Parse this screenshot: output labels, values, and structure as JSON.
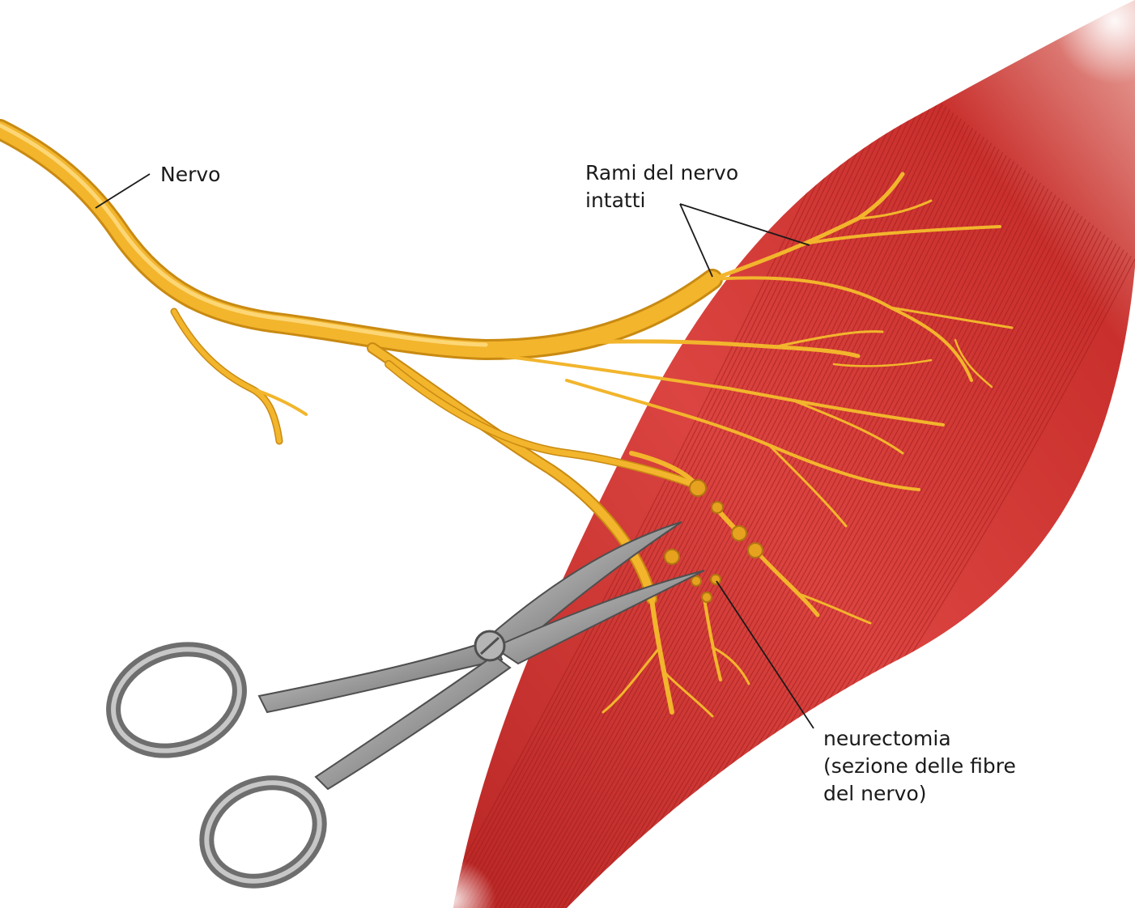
{
  "labels": {
    "nerve": "Nervo",
    "intact_branches": [
      "Rami del nervo",
      "intatti"
    ],
    "neurectomy": [
      "neurectomia",
      "(sezione delle fibre",
      "del nervo)"
    ]
  },
  "colors": {
    "background": "#ffffff",
    "muscle": "#d63a35",
    "muscle_dark": "#a8201f",
    "muscle_fiber": "#9e1c1c",
    "nerve": "#f2b52c",
    "nerve_dark": "#c98a12",
    "scissors": "#8e8e8e",
    "scissors_dark": "#4f4f4f",
    "leader_line": "#1a1a1a"
  },
  "objects": [
    "muscle-belly",
    "nerve-trunk",
    "nerve-branches",
    "cut-nerve-ends",
    "surgical-scissors"
  ]
}
